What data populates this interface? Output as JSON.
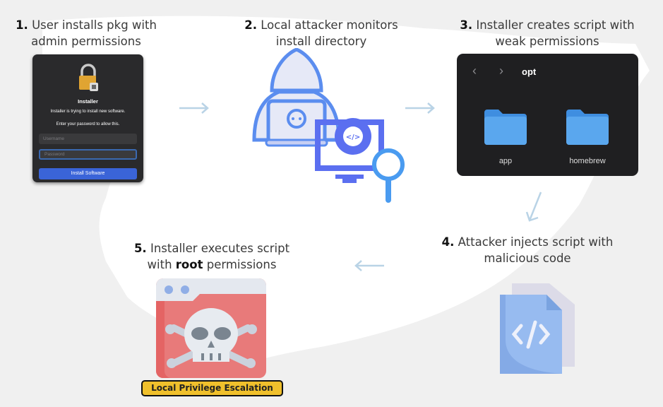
{
  "steps": [
    {
      "number": "1.",
      "line1": "User installs pkg with",
      "line2": "admin permissions"
    },
    {
      "number": "2.",
      "line1": "Local attacker monitors",
      "line2": "install directory"
    },
    {
      "number": "3.",
      "line1": "Installer creates script with",
      "line2": "weak permissions"
    },
    {
      "number": "4.",
      "line1": "Attacker injects script with",
      "line2": "malicious code"
    },
    {
      "number": "5.",
      "line1": "Installer executes script",
      "line2_pre": "with ",
      "line2_bold": "root",
      "line2_post": " permissions"
    }
  ],
  "installer_dialog": {
    "title": "Installer",
    "message": "Installer is trying to install new software.",
    "prompt": "Enter your password to allow this.",
    "username_placeholder": "Username",
    "password_placeholder": "Password",
    "button_label": "Install Software"
  },
  "finder": {
    "back_icon": "‹",
    "forward_icon": "›",
    "path": "opt",
    "folders": [
      {
        "name": "app"
      },
      {
        "name": "homebrew"
      }
    ]
  },
  "result_badge": "Local Privilege Escalation",
  "colors": {
    "background": "#f0f0f0",
    "arrow": "#b9d3e6",
    "badge": "#f0c02c",
    "folder": "#5aa7ee",
    "danger": "#e87676",
    "attacker_blue": "#5b8def"
  }
}
